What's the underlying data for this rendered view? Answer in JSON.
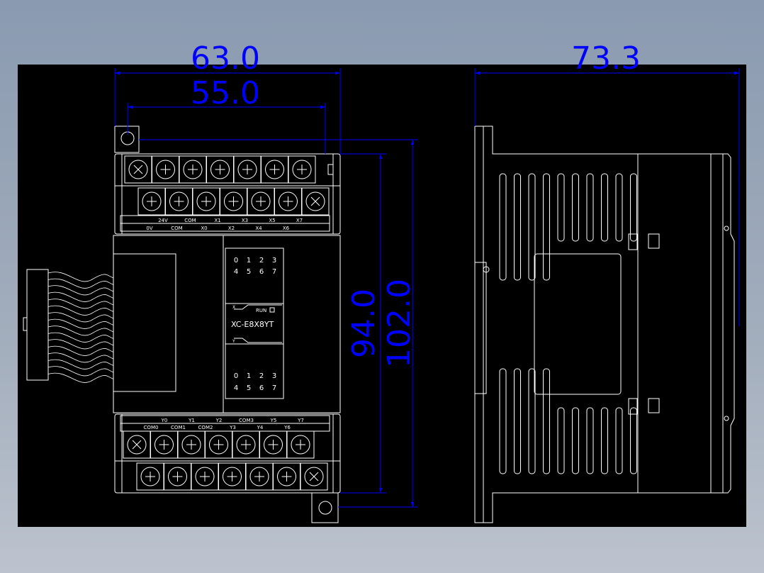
{
  "dimensions": {
    "front_width_outer": "63.0",
    "front_width_inner": "55.0",
    "side_depth": "73.3",
    "front_height_inner": "94.0",
    "front_height_outer": "102.0"
  },
  "top_terminal_labels": {
    "upper": [
      "24V",
      "COM",
      "X1",
      "X3",
      "X5",
      "X7"
    ],
    "lower": [
      "0V",
      "COM",
      "X0",
      "X2",
      "X4",
      "X6"
    ]
  },
  "bottom_terminal_labels": {
    "upper": [
      "Y0",
      "Y1",
      "Y2",
      "COM3",
      "Y5",
      "Y7"
    ],
    "lower": [
      "COM0",
      "COM1",
      "COM2",
      "Y3",
      "Y4",
      "Y6"
    ]
  },
  "indicator_panel": {
    "input_row1": [
      "0",
      "1",
      "2",
      "3"
    ],
    "input_row2": [
      "4",
      "5",
      "6",
      "7"
    ],
    "output_row1": [
      "0",
      "1",
      "2",
      "3"
    ],
    "output_row2": [
      "4",
      "5",
      "6",
      "7"
    ],
    "x_label": "X",
    "y_label": "Y",
    "run_label": "RUN",
    "model": "XC-E8X8YT"
  },
  "colors": {
    "background": "#000000",
    "line": "#ffffff",
    "dimension": "#0000ff"
  }
}
